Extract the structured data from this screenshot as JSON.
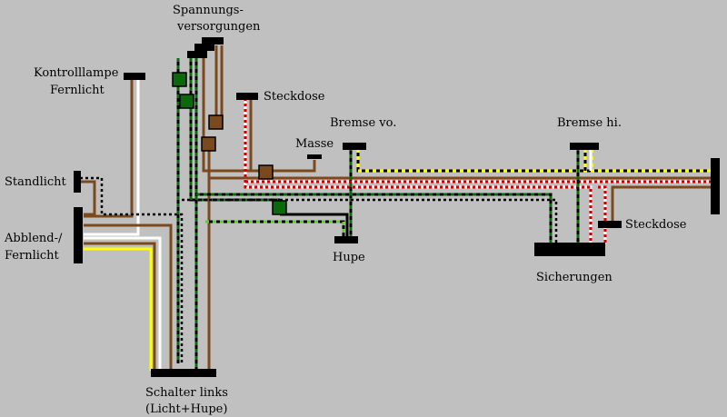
{
  "colors": {
    "background": "#c0c0c0",
    "brown": "#7a4a1e",
    "green": "#0a6a0a",
    "black": "#000000",
    "white": "#ffffff",
    "yellow": "#ffff00",
    "red": "#cc0000",
    "lightgreen": "#66cc33"
  },
  "labels": {
    "spannung_1": "Spannungs-",
    "spannung_2": "versorgungen",
    "kontroll_1": "Kontrolllampe",
    "kontroll_2": "Fernlicht",
    "steckdose_top": "Steckdose",
    "masse": "Masse",
    "bremse_vo": "Bremse vo.",
    "bremse_hi": "Bremse hi.",
    "standlicht": "Standlicht",
    "abblend_1": "Abblend-/",
    "abblend_2": "Fernlicht",
    "hupe": "Hupe",
    "sicherungen": "Sicherungen",
    "steckdose_right": "Steckdose",
    "schalter_1": "Schalter links",
    "schalter_2": "(Licht+Hupe)"
  }
}
